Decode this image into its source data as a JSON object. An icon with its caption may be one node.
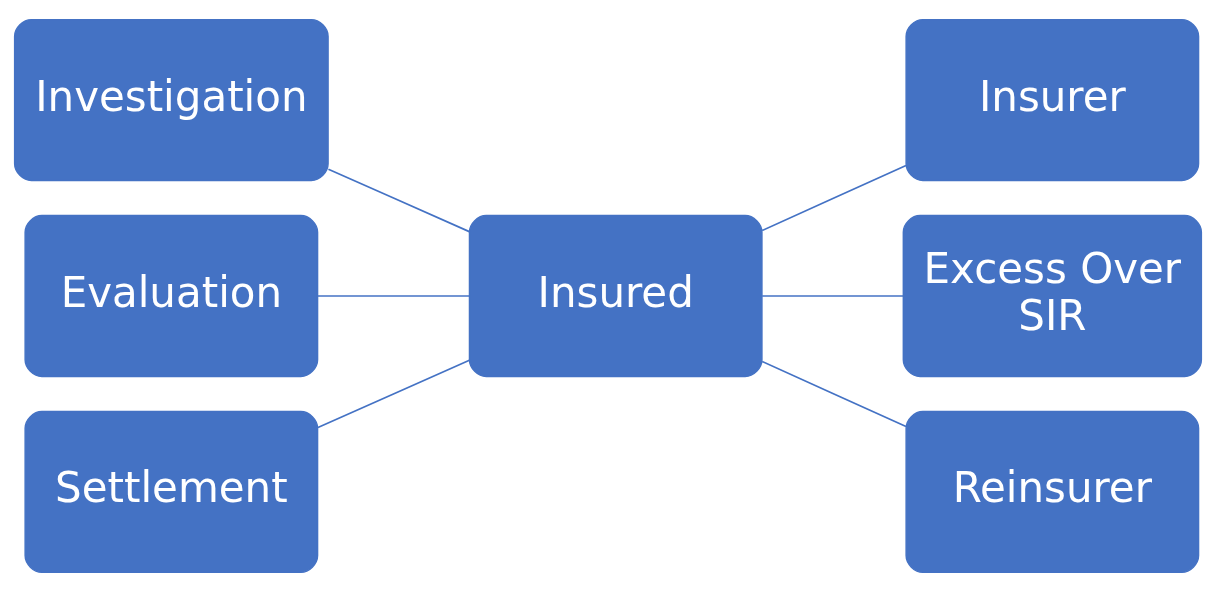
{
  "diagram": {
    "nodes": [
      {
        "text": [
          "Investigation"
        ]
      },
      {
        "text": [
          "Evaluation"
        ]
      },
      {
        "text": [
          "Settlement"
        ]
      },
      {
        "text": [
          "Insured"
        ]
      },
      {
        "text": [
          "Insurer"
        ]
      },
      {
        "text": [
          "Excess Over SIR"
        ]
      },
      {
        "text": [
          "Reinsurer"
        ]
      }
    ],
    "edges": [
      {
        "from": 0,
        "to": 3,
        "arrow": "none"
      },
      {
        "from": 1,
        "to": 3,
        "arrow": "none"
      },
      {
        "from": 2,
        "to": 3,
        "arrow": "none"
      },
      {
        "from": 3,
        "to": 4,
        "arrow": "none"
      },
      {
        "from": 3,
        "to": 5,
        "arrow": "none"
      },
      {
        "from": 3,
        "to": 6,
        "arrow": "none"
      }
    ]
  }
}
